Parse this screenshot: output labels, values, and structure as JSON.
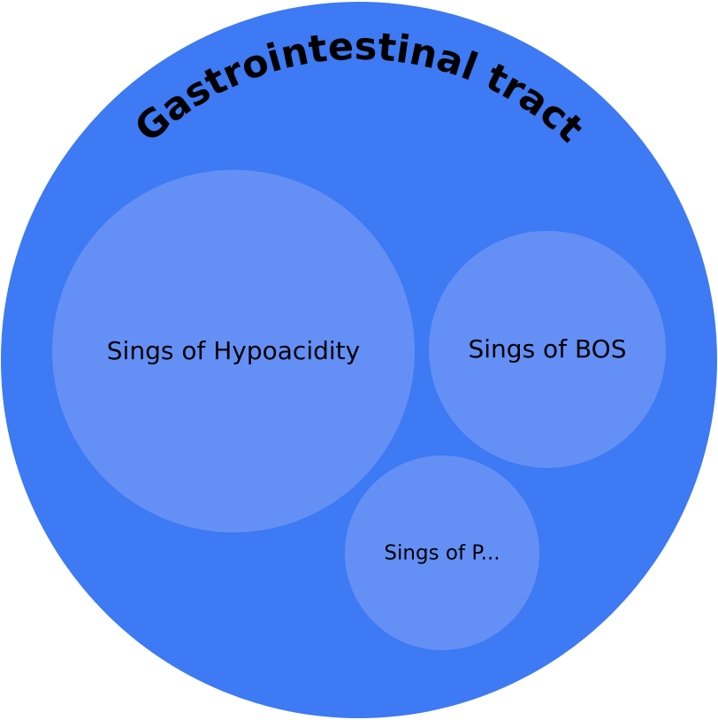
{
  "colors": {
    "outer": "#3d7af3",
    "inner": "#6490f6",
    "background": "#ffffff"
  },
  "root": {
    "label": "Gastrointestinal tract"
  },
  "children": [
    {
      "label": "Sings of Hypoacidity"
    },
    {
      "label": "Sings of BOS"
    },
    {
      "label": "Sings of P..."
    }
  ]
}
